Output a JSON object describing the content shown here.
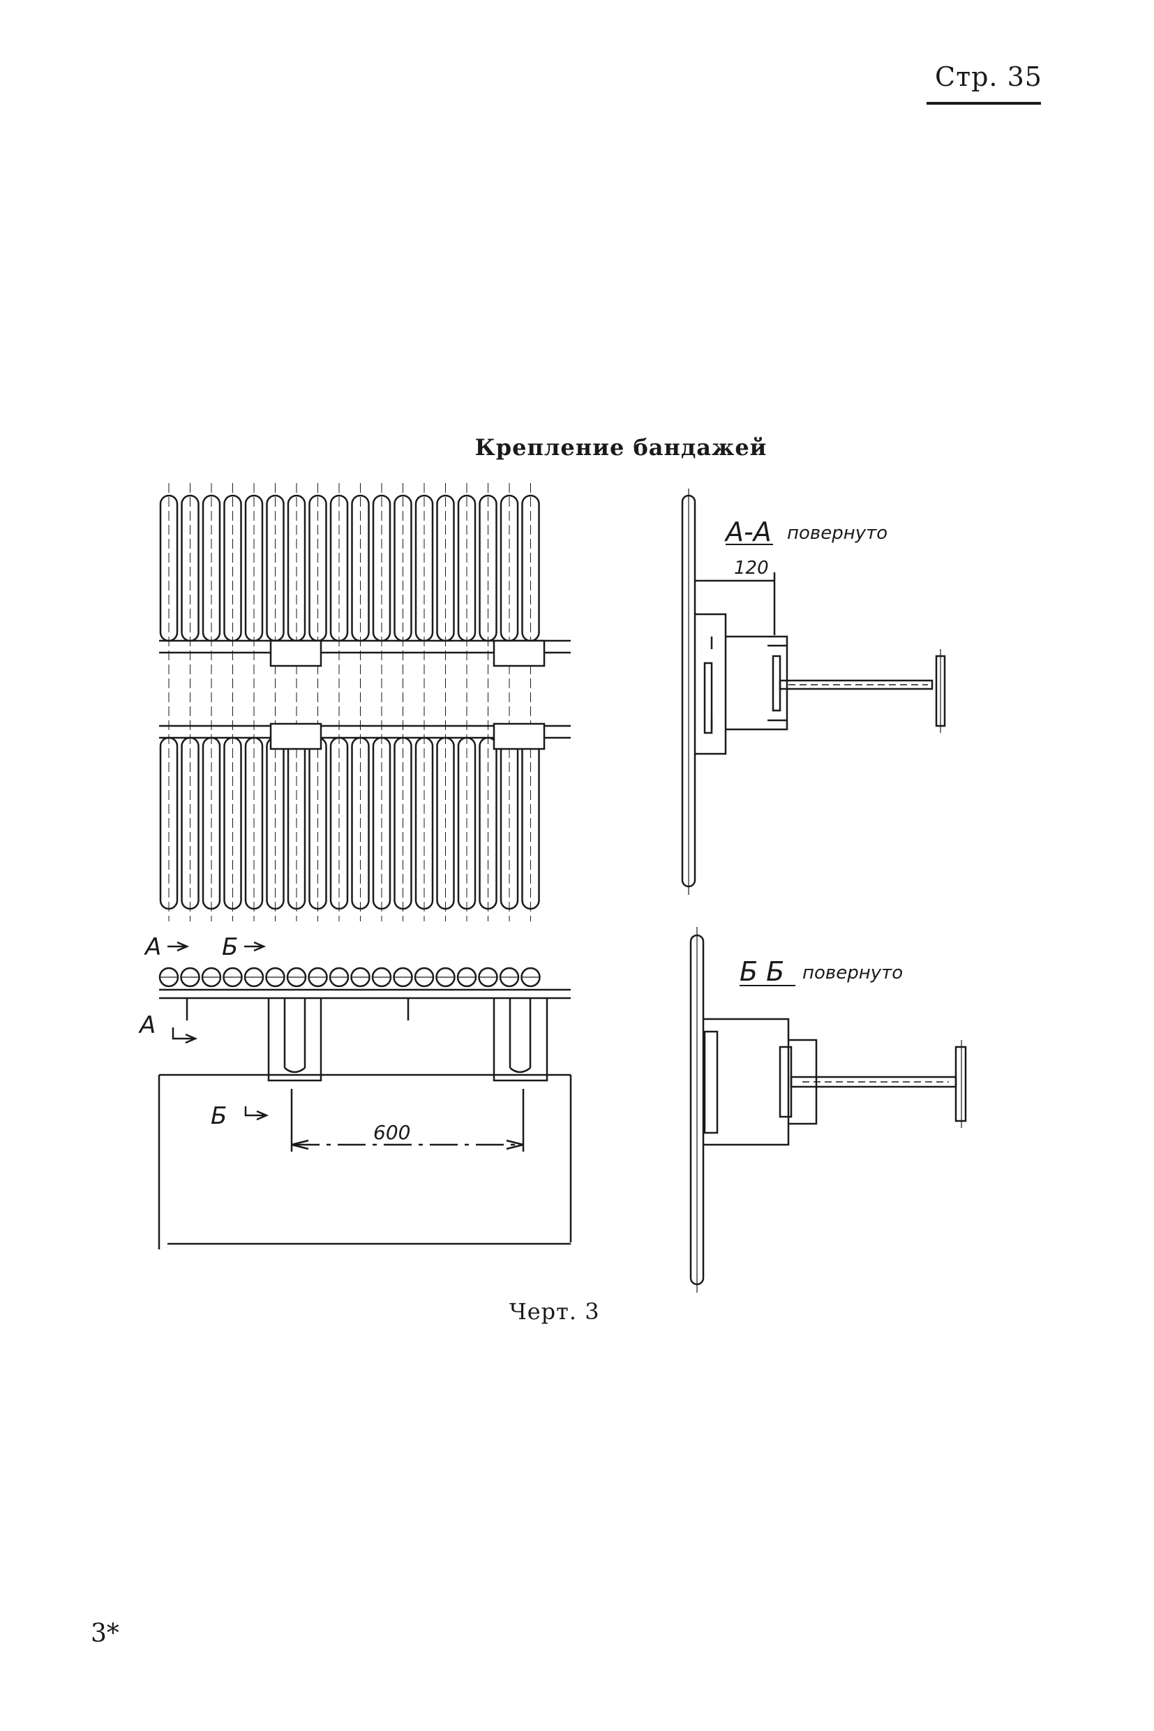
{
  "header": {
    "page_number": "Стр. 35"
  },
  "figure": {
    "title": "Крепление бандажей",
    "caption": "Черт. 3",
    "section_aa_label": "А-А",
    "section_aa_note": "повернуто",
    "section_aa_dim": "120",
    "section_bb_label": "Б Б",
    "section_bb_note": "повернуто",
    "cut_label_a": "А",
    "cut_label_b": "Б",
    "spacing_dim": "600"
  },
  "footer": {
    "signature_mark": "3*"
  }
}
